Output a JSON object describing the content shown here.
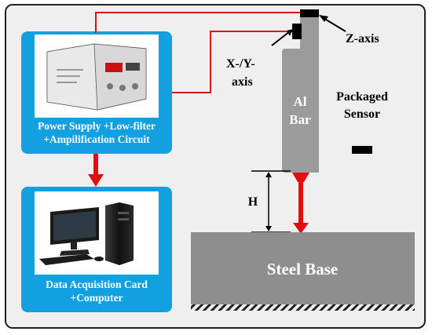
{
  "power_box": {
    "line1": "Power Supply +Low-filter",
    "line2": "+Ampilification Circuit"
  },
  "computer_box": {
    "line1": "Data Acquisition Card",
    "line2": "+Computer"
  },
  "labels": {
    "z_axis": "Z-axis",
    "xy_line1": "X-/Y-",
    "xy_line2": "axis",
    "al_line1": "Al",
    "al_line2": "Bar",
    "pkg_line1": "Packaged",
    "pkg_line2": "Sensor",
    "height": "H",
    "steel_base": "Steel Base"
  },
  "colors": {
    "panel_blue": "#12a0e0",
    "wire_red": "#e01010",
    "bar_gray": "#9b9b9b",
    "base_gray": "#8e8e8e",
    "sensor_black": "#000000"
  },
  "icons": {
    "power_device": "power-supply-device-icon",
    "computer": "desktop-computer-icon"
  }
}
